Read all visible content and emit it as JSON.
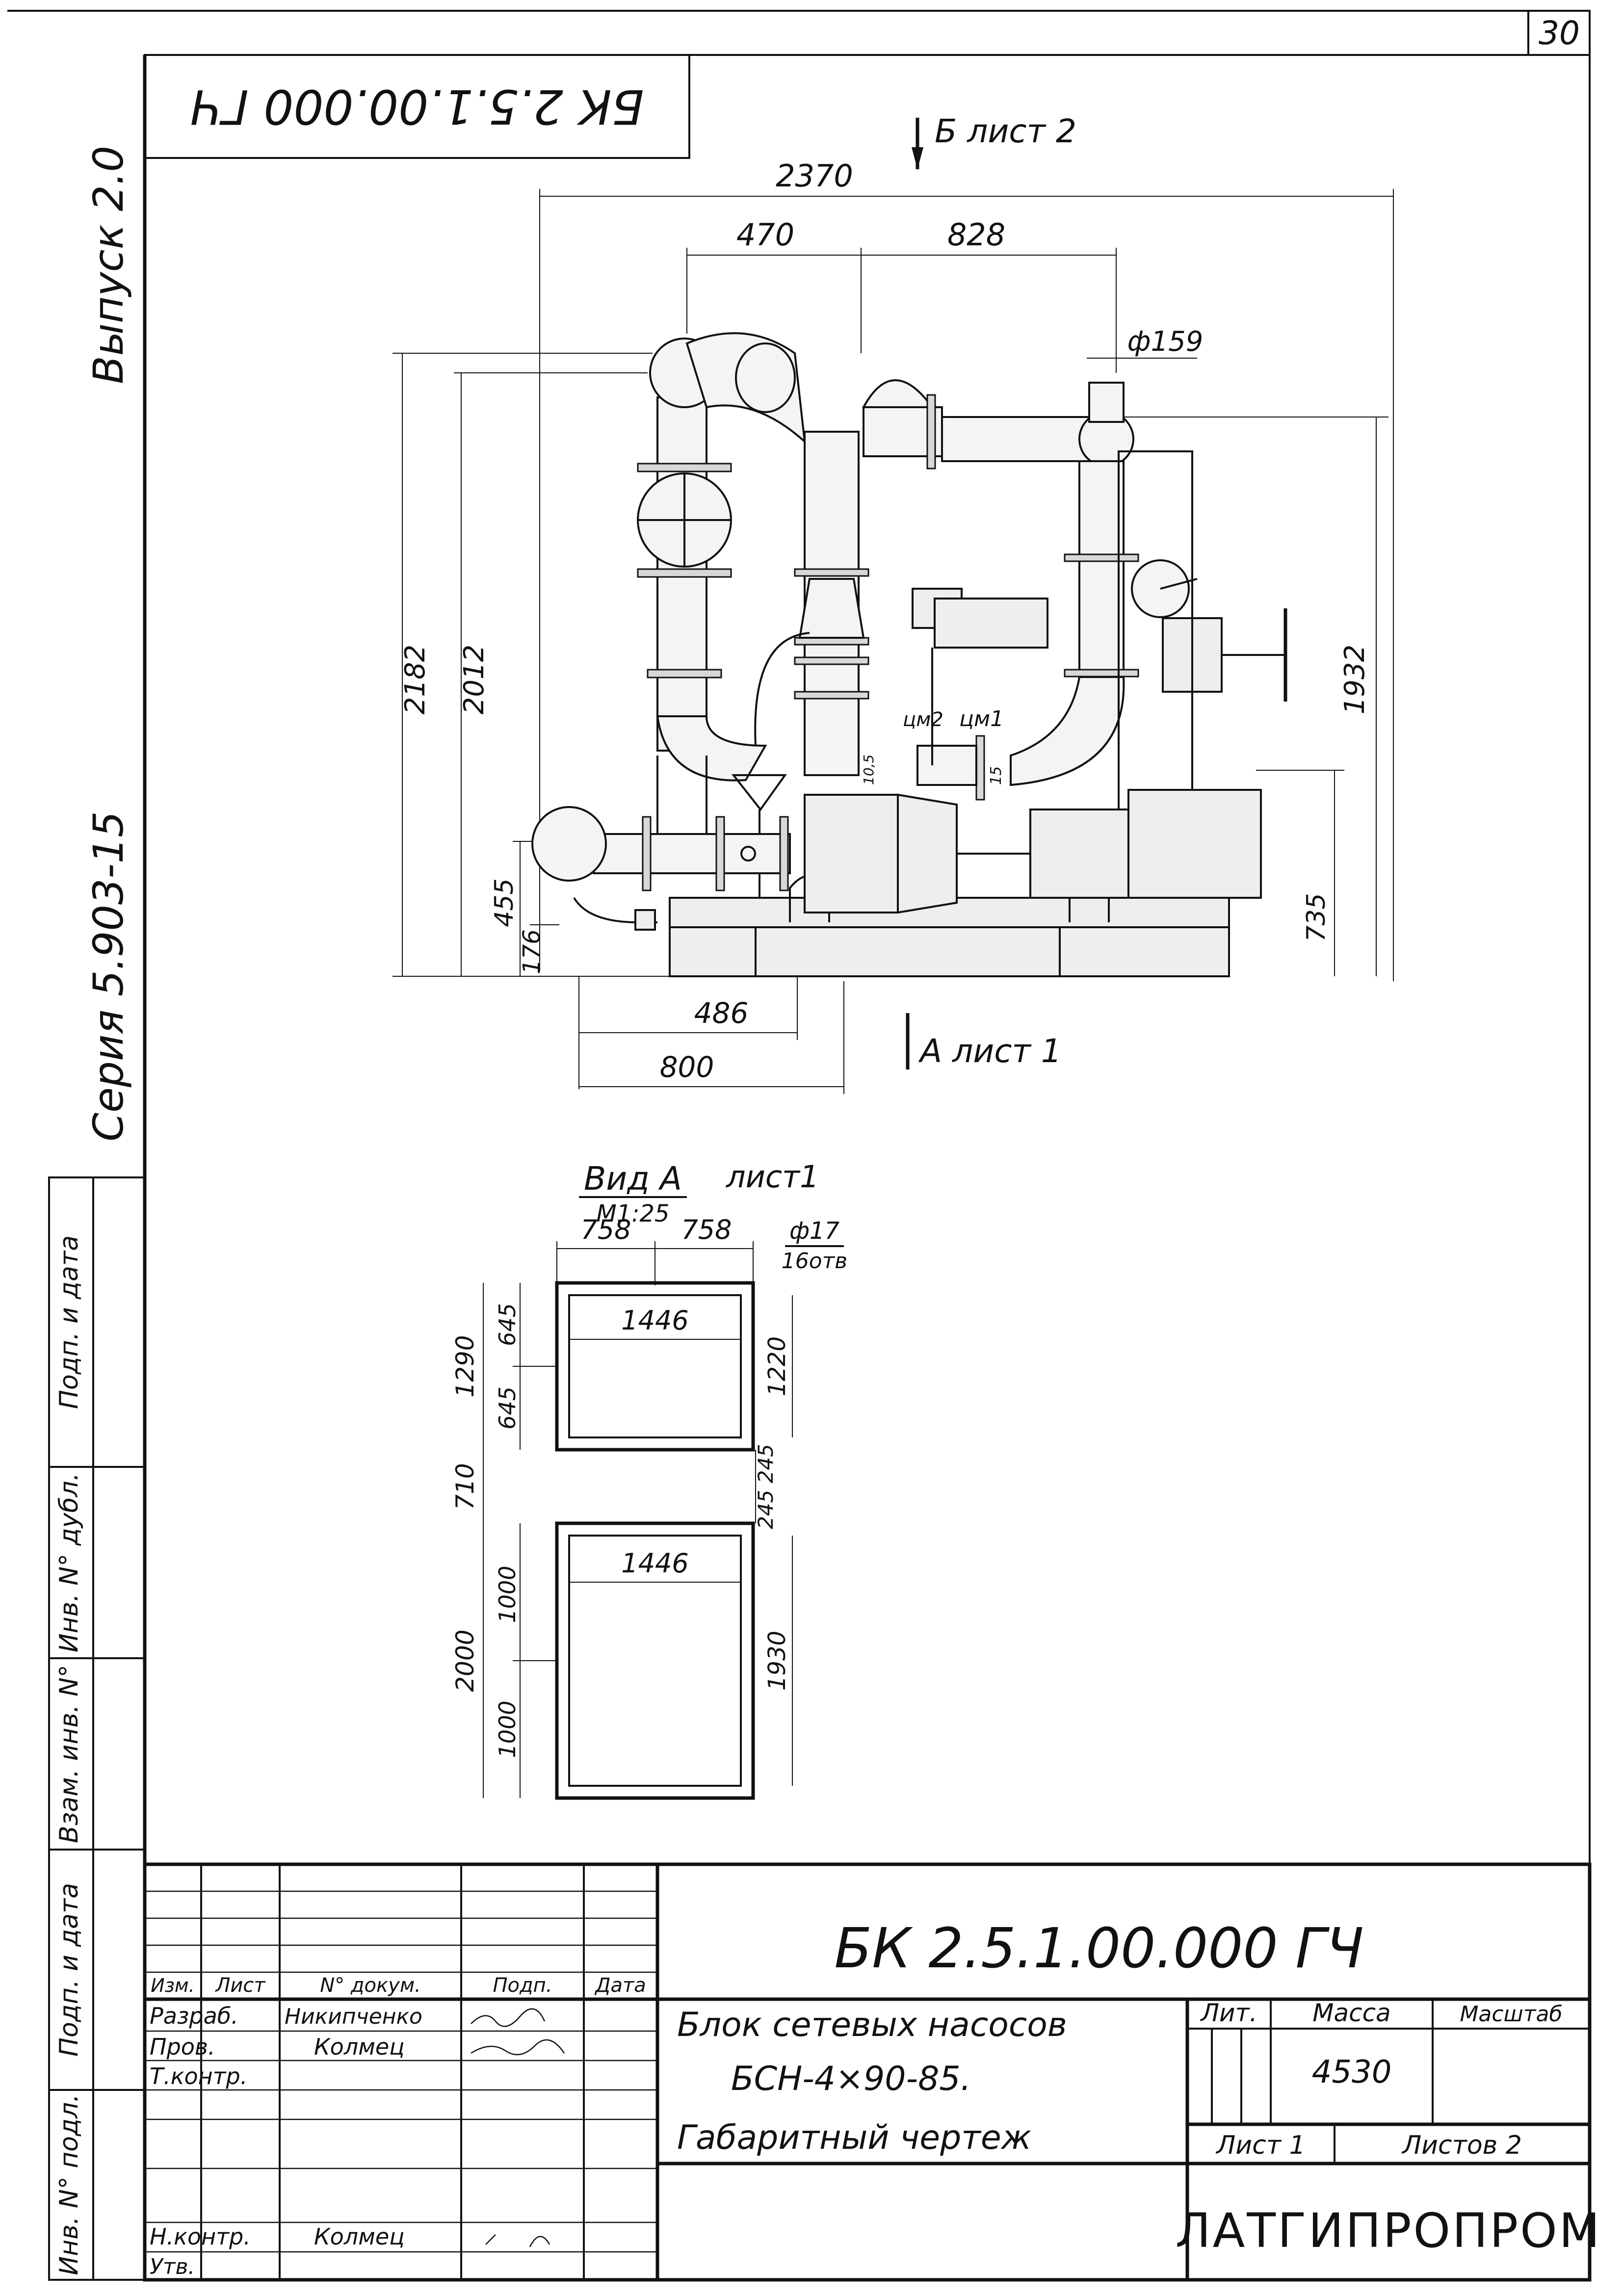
{
  "sheet": {
    "page_number": "30",
    "inverted_code": "БК 2.5.1.00.000 ГЧ",
    "issue_label": "Выпуск 2.0",
    "series_label": "Серия 5.903-15"
  },
  "side_stamp": {
    "cells": [
      "Инв. N° подл.",
      "Подп. и дата",
      "Взам. инв. N°",
      "Инв. N° дубл.",
      "Подп. и дата"
    ]
  },
  "drawing": {
    "view_b_label": "Б лист 2",
    "view_a_label": "А лист 1",
    "dims_top": [
      "2370",
      "470",
      "828",
      "ф159"
    ],
    "dims_left": [
      "2182",
      "2012",
      "455",
      "176"
    ],
    "dims_right": [
      "1932",
      "735"
    ],
    "dims_bottom": [
      "486",
      "800"
    ],
    "labels_inner": [
      "цм2",
      "цм1",
      "10,5",
      "15"
    ]
  },
  "view_a": {
    "title": "Вид А",
    "subtitle": "лист1",
    "scale": "М1:25",
    "top_dims": [
      "758",
      "758"
    ],
    "hole_note": [
      "ф17",
      "16отв"
    ],
    "frame1": {
      "width": "1446",
      "left_total": "1290",
      "left_top": "645",
      "left_bottom": "645",
      "right": "1220"
    },
    "between": {
      "left": "710",
      "right": "245 245"
    },
    "frame2": {
      "width": "1446",
      "left_total": "2000",
      "left_top": "1000",
      "left_bottom": "1000",
      "right": "1930"
    }
  },
  "title_block": {
    "doc_code": "БК 2.5.1.00.000 ГЧ",
    "name_lines": [
      "Блок сетевых насосов",
      "БСН-4×90-85.",
      "Габаритный чертеж"
    ],
    "col_headers": [
      "Изм.",
      "Лист",
      "N° докум.",
      "Подп.",
      "Дата"
    ],
    "roles": [
      "Разраб.",
      "Пров.",
      "Т.контр.",
      "",
      "Н.контр.",
      "Утв."
    ],
    "names": [
      "Никипченко",
      "Колмец",
      "",
      "",
      "Колмец",
      ""
    ],
    "lit_header": "Лит.",
    "mass_header": "Масса",
    "scale_header": "Масштаб",
    "mass_value": "4530",
    "sheet_label": "Лист 1",
    "sheets_label": "Листов 2",
    "organization": "ЛАТГИПРОПРОМ"
  }
}
